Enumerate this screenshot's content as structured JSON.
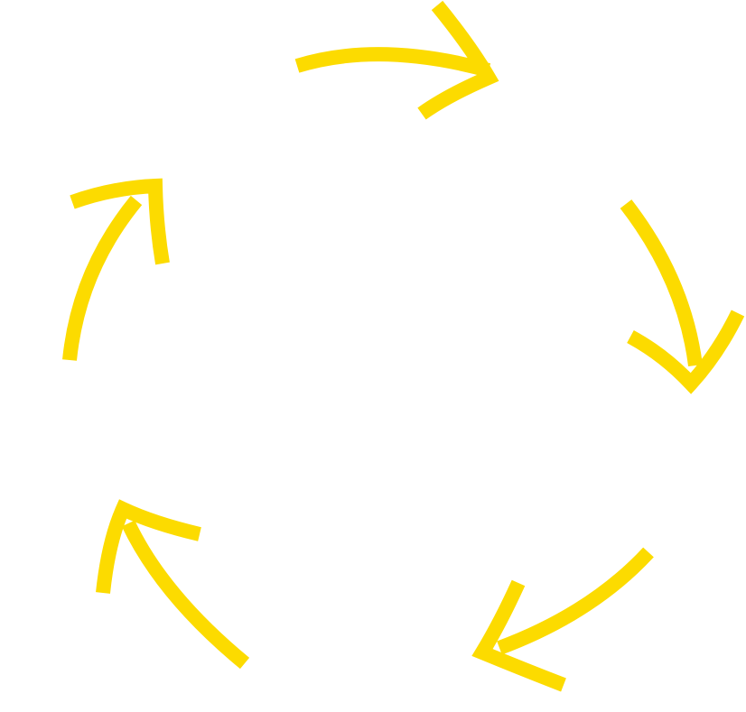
{
  "diagram": {
    "type": "cycle",
    "direction": "clockwise",
    "arrow_count": 5,
    "arrow_color": "#FCDB00",
    "background_color": "#FFFFFF",
    "labels": []
  }
}
